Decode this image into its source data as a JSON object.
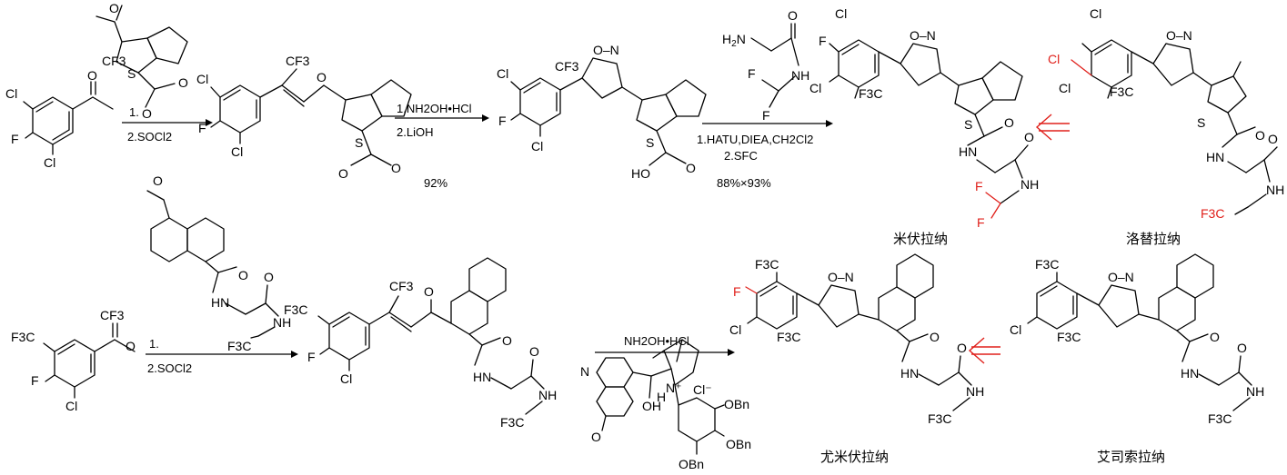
{
  "atoms": {
    "cl": "Cl",
    "f": "F",
    "s": "S",
    "o": "O",
    "n": "N",
    "nh": "NH",
    "hn": "HN",
    "ho": "HO",
    "oh": "OH",
    "h": "H",
    "cf3": "CF3",
    "f3c": "F3C",
    "obn": "OBn",
    "o_n": "O–N",
    "cl_minus": "Cl⁻",
    "n_plus": "N⁺"
  },
  "conditions": {
    "step1_line1": "1.",
    "step1_line2": "2.SOCl2",
    "step2_line1": "1.NH2OH•HCl",
    "step2_line2": "2.LiOH",
    "step2_yield": "92%",
    "step3_line1": "1.HATU,DIEA,CH2Cl2",
    "step3_line2": "2.SFC",
    "step3_yield": "88%×93%",
    "step4_line1": "1.",
    "step4_line2": "2.SOCl2",
    "step5_line1": "NH2OH•HCl"
  },
  "compounds": {
    "mivorilaner": "米伏拉纳",
    "lotilaner": "洛替拉纳",
    "umifoxolaner": "尤米伏拉纳",
    "esafoxolaner": "艾司索拉纳"
  },
  "colors": {
    "highlight": "#e0201b",
    "ink": "#000000"
  }
}
